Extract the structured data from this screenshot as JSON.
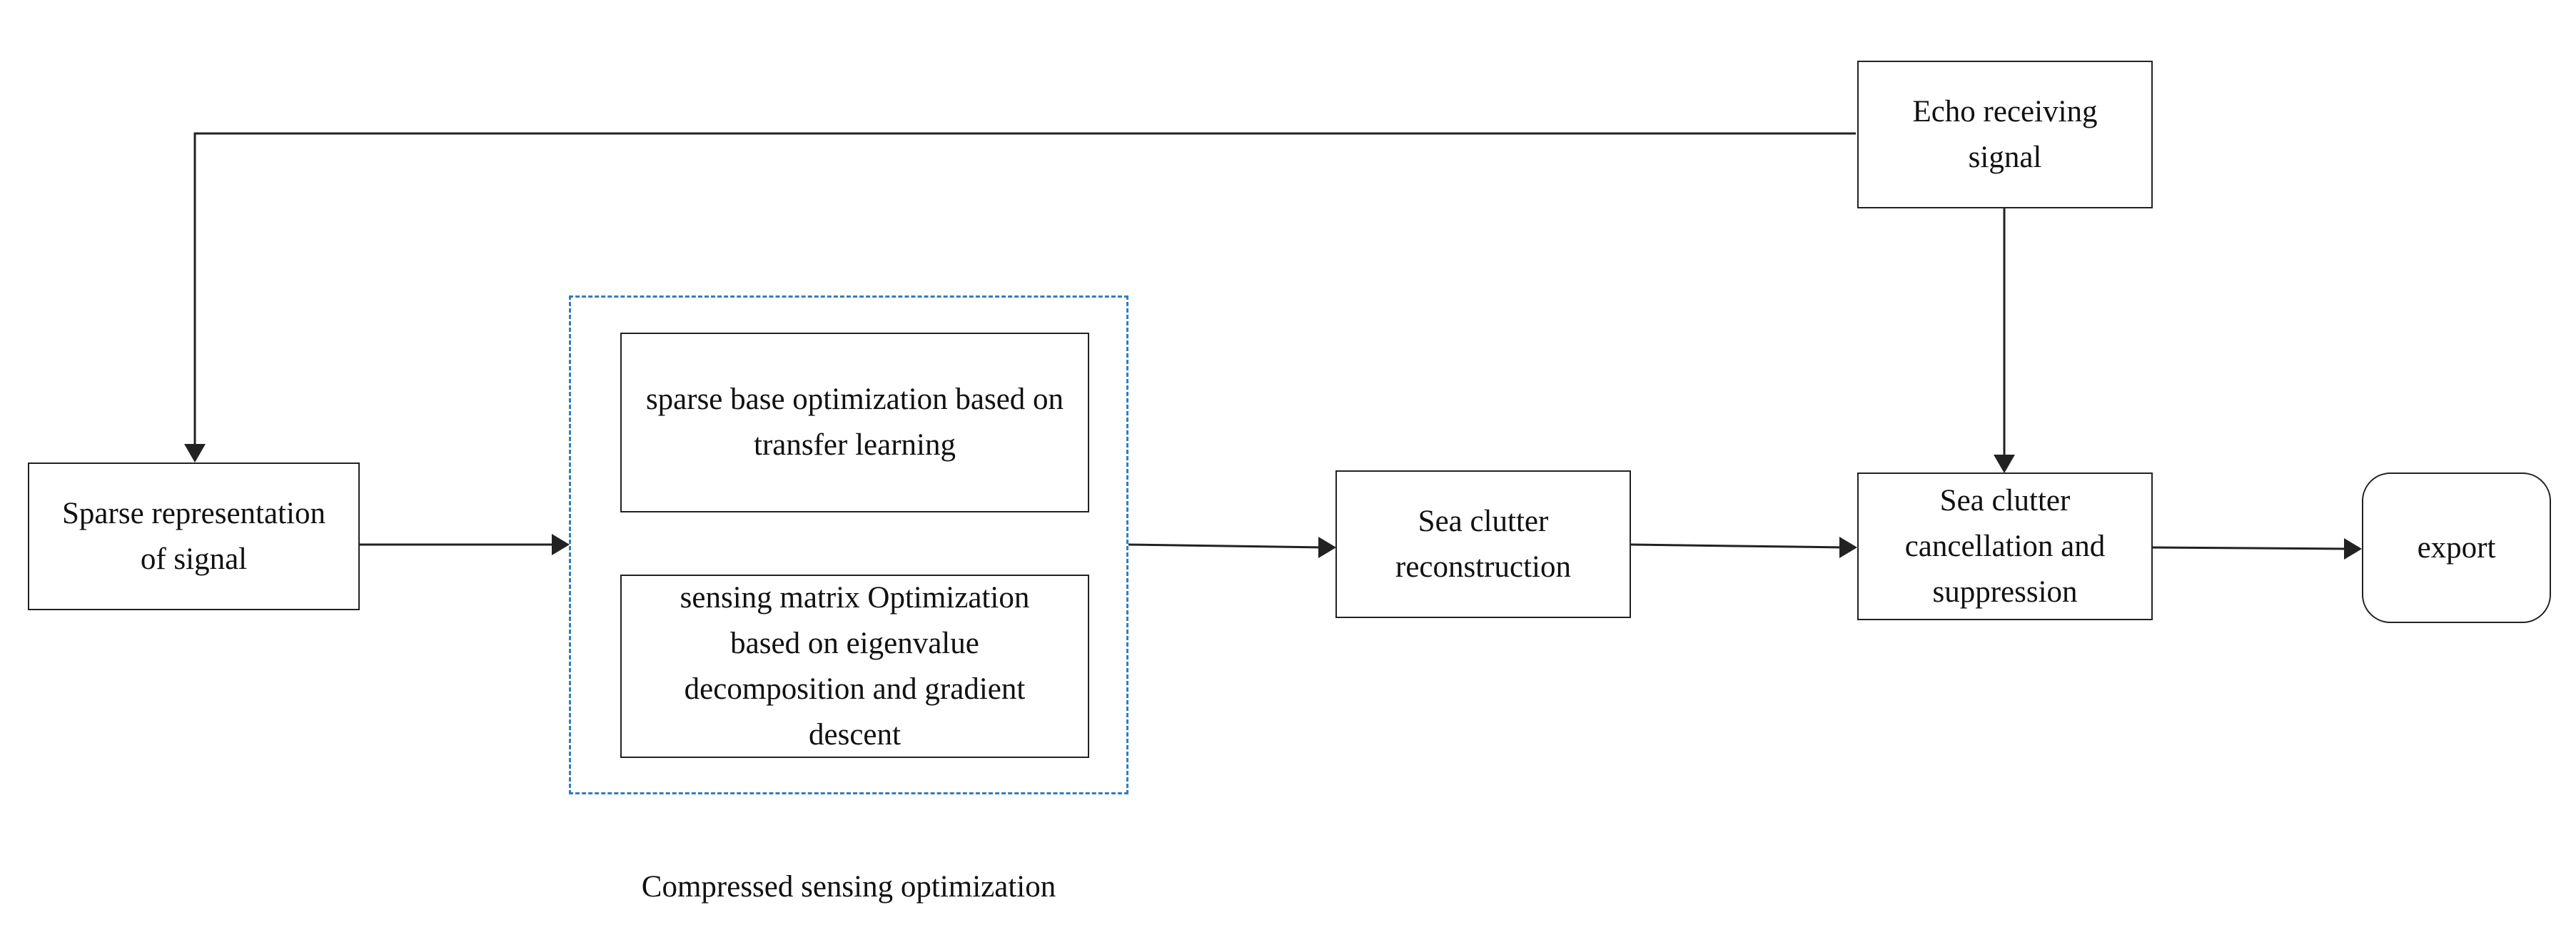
{
  "nodes": {
    "echo": "Echo receiving signal",
    "sparse_rep": "Sparse representation of signal",
    "sparse_base": "sparse base optimization based on transfer learning",
    "sensing_matrix": "sensing matrix Optimization based on eigenvalue decomposition and gradient descent",
    "reconstruction": "Sea clutter reconstruction",
    "cancellation": "Sea clutter cancellation and suppression",
    "export": "export"
  },
  "group": {
    "caption": "Compressed sensing optimization"
  },
  "colors": {
    "group_border": "#2f7fc1",
    "line": "#222222"
  }
}
